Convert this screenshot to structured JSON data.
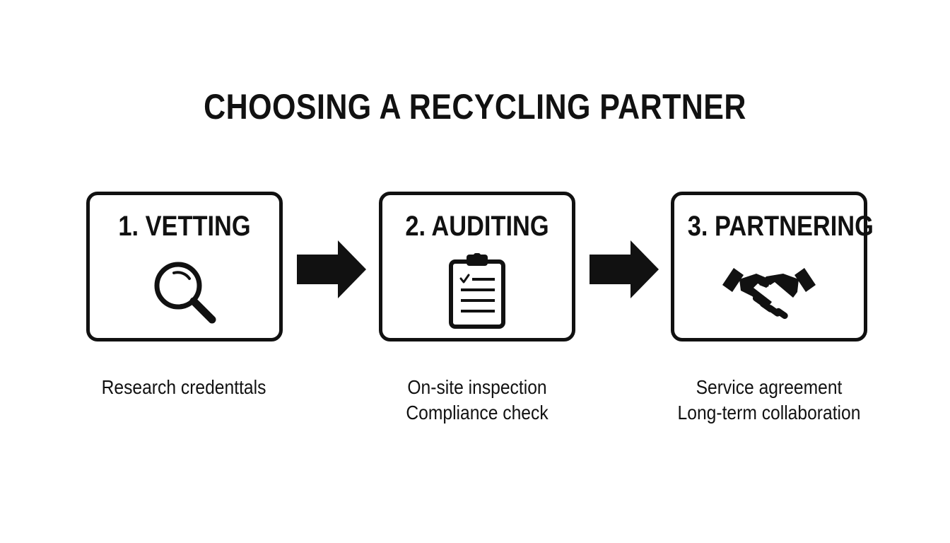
{
  "title": "CHOOSING A RECYCLING PARTNER",
  "steps": [
    {
      "label": "1. VETTING",
      "icon": "magnifying-glass-icon",
      "lines": [
        "Research credenttals"
      ]
    },
    {
      "label": "2. AUDITING",
      "icon": "clipboard-checklist-icon",
      "lines": [
        "On-site inspection",
        "Compliance check"
      ]
    },
    {
      "label": "3. PARTNERING",
      "icon": "handshake-icon",
      "lines": [
        "Service agreement",
        "Long-term collaboration"
      ]
    }
  ],
  "colors": {
    "ink": "#111111",
    "background": "#ffffff"
  }
}
